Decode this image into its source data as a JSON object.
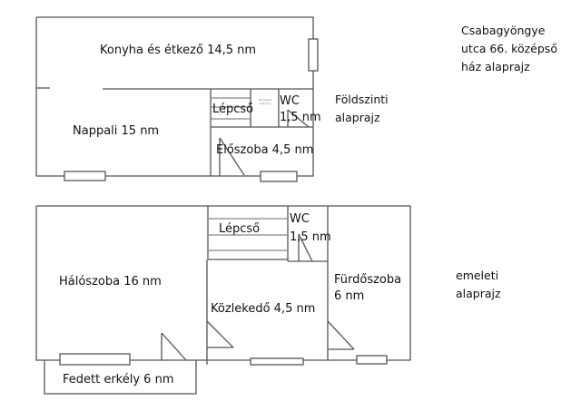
{
  "title": {
    "line1": "Csabagyöngye",
    "line2": "utca 66. középső",
    "line3": "ház alaprajz"
  },
  "ground_floor": {
    "caption_line1": "Földszinti",
    "caption_line2": "alaprajz",
    "rooms": {
      "kitchen": "Konyha és étkező 14,5 nm",
      "living": "Nappali 15 nm",
      "stairs": "Lépcső",
      "closet_line1": "Beépített",
      "closet_line2": "szekrény",
      "wc_line1": "WC",
      "wc_line2": "1,5 nm",
      "hall": "Előszoba 4,5 nm"
    }
  },
  "upper_floor": {
    "caption_line1": "emeleti",
    "caption_line2": "alaprajz",
    "rooms": {
      "bedroom": "Hálószoba 16 nm",
      "stairs": "Lépcső",
      "wc_line1": "WC",
      "wc_line2": "1,5 nm",
      "corridor": "Közlekedő 4,5 nm",
      "bathroom_line1": "Fürdőszoba",
      "bathroom_line2": "6 nm",
      "balcony": "Fedett erkély 6 nm"
    }
  },
  "colors": {
    "wall": "#555555",
    "stair_line": "#888888",
    "background": "#ffffff"
  }
}
